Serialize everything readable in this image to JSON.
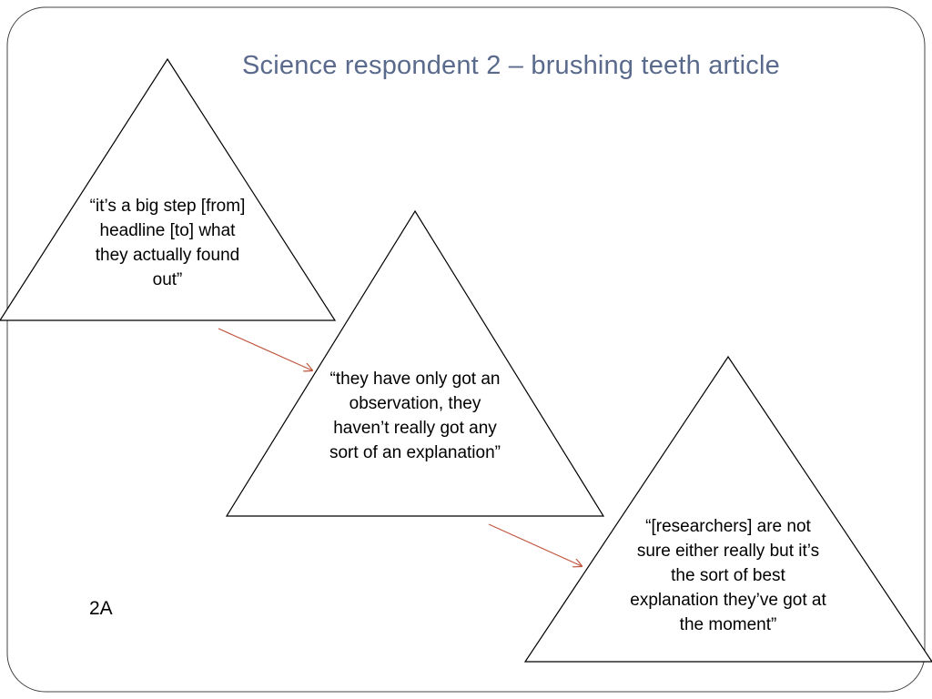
{
  "slide": {
    "title": "Science respondent 2 – brushing teeth article",
    "label": "2A"
  },
  "quotes": [
    {
      "text": "“it’s a big step [from] headline [to] what they actually found out”"
    },
    {
      "text": "“they have only got an observation, they haven’t really got any sort of an explanation”"
    },
    {
      "text": "“[researchers] are not sure either really but it’s the sort of best explanation they’ve got at the moment”"
    }
  ],
  "colors": {
    "title": "#5a6a8c",
    "arrow": "#c0573f",
    "frame": "#444444",
    "outline": "#000000"
  }
}
